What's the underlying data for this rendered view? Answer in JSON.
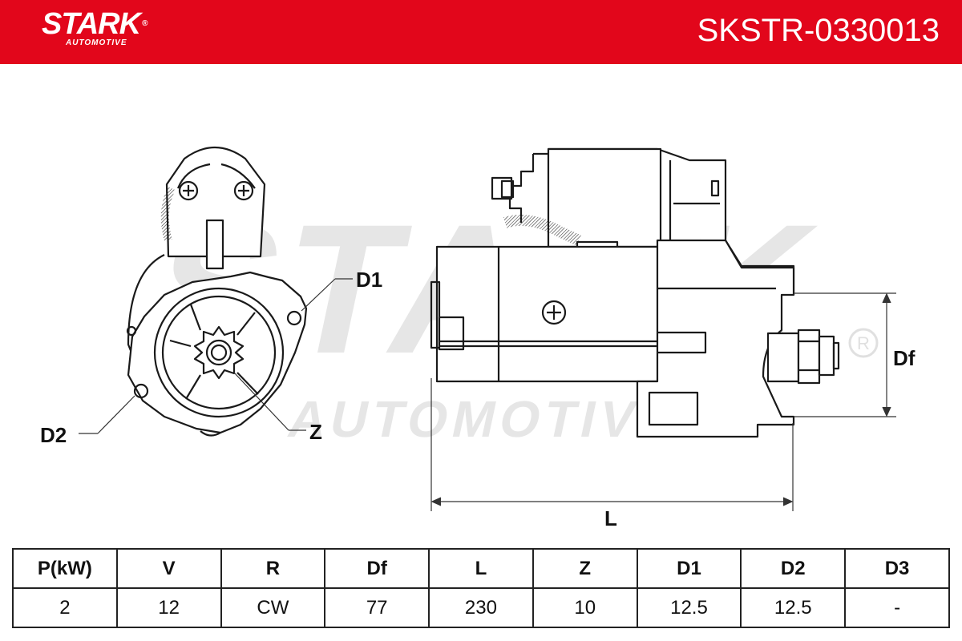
{
  "header": {
    "brand_name": "STARK",
    "brand_sub": "AUTOMOTIVE",
    "product_code": "SKSTR-0330013",
    "accent_color": "#e2061b"
  },
  "watermark": {
    "line1": "STARK",
    "line2": "AUTOMOTIVE"
  },
  "diagram": {
    "labels": {
      "d1": "D1",
      "d2": "D2",
      "z": "Z",
      "df": "Df",
      "l": "L"
    }
  },
  "specs": {
    "headers": [
      "P(kW)",
      "V",
      "R",
      "Df",
      "L",
      "Z",
      "D1",
      "D2",
      "D3"
    ],
    "values": [
      "2",
      "12",
      "CW",
      "77",
      "230",
      "10",
      "12.5",
      "12.5",
      "-"
    ]
  }
}
